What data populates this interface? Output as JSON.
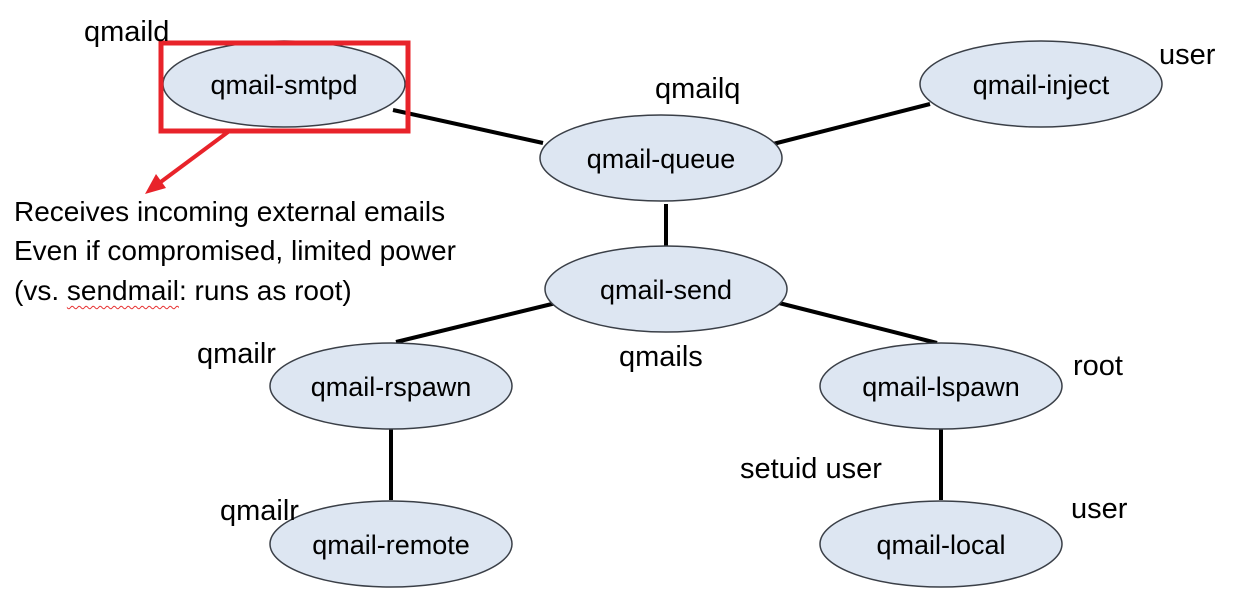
{
  "nodes": {
    "smtpd": "qmail-smtpd",
    "inject": "qmail-inject",
    "queue": "qmail-queue",
    "send": "qmail-send",
    "rspawn": "qmail-rspawn",
    "lspawn": "qmail-lspawn",
    "remote": "qmail-remote",
    "local": "qmail-local"
  },
  "users": {
    "qmaild": "qmaild",
    "user_inject": "user",
    "qmailq": "qmailq",
    "qmails": "qmails",
    "qmailr_rspawn": "qmailr",
    "root": "root",
    "setuid_user": "setuid user",
    "qmailr_remote": "qmailr",
    "user_local": "user"
  },
  "note": {
    "line1": "Receives incoming external emails",
    "line2": "Even if compromised, limited power",
    "line3_prefix": "(vs. ",
    "line3_squiggle": "sendmail",
    "line3_suffix": ": runs as root)"
  },
  "colors": {
    "node_fill": "#dde6f2",
    "node_stroke": "#3a3f47",
    "highlight": "#e8232a",
    "edge": "#000000"
  }
}
